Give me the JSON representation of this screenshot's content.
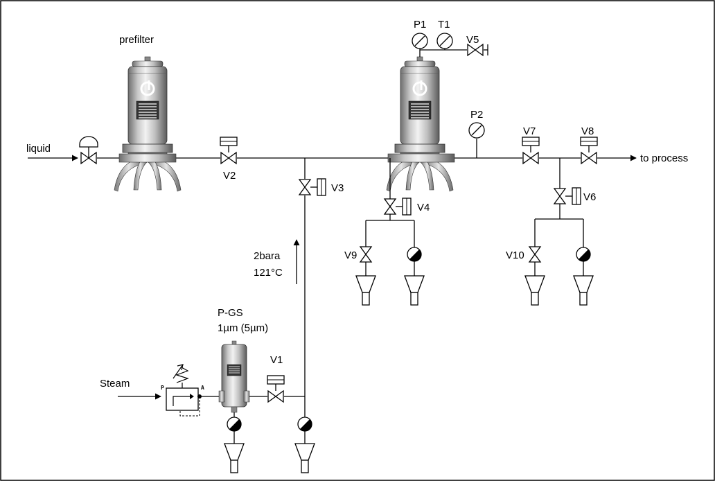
{
  "labels": {
    "prefilter": "prefilter",
    "liquid": "liquid",
    "steam": "Steam",
    "to_process": "to process",
    "pgs": "P-GS",
    "pgs_rating": "1µm (5µm)",
    "pressure": "2bara",
    "temperature": "121°C",
    "port_p": "P",
    "port_a": "A"
  },
  "instruments": {
    "p1": "P1",
    "t1": "T1",
    "p2": "P2"
  },
  "valves": {
    "v1": "V1",
    "v2": "V2",
    "v3": "V3",
    "v4": "V4",
    "v5": "V5",
    "v6": "V6",
    "v7": "V7",
    "v8": "V8",
    "v9": "V9",
    "v10": "V10"
  },
  "colors": {
    "housing_light": "#d4d4d4",
    "housing_dark": "#5a5a5a",
    "line": "#000000"
  }
}
